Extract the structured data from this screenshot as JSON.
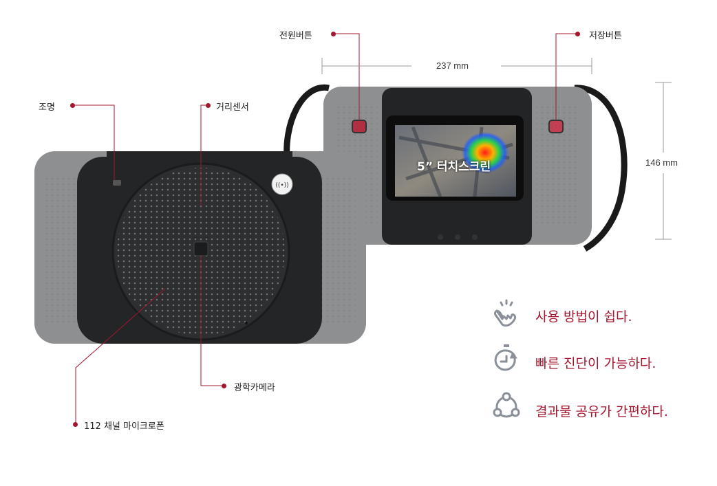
{
  "callouts": {
    "lighting": "조명",
    "distance_sensor": "거리센서",
    "power_button": "전원버튼",
    "save_button": "저장버튼",
    "optical_camera": "광학카메라",
    "microphone": "112 채널 마이크로폰"
  },
  "screen_label": "5” 터치스크린",
  "dimensions": {
    "width": "237 mm",
    "height": "146 mm"
  },
  "features": [
    {
      "icon": "hand-tap-icon",
      "text": "사용 방법이 쉽다."
    },
    {
      "icon": "stopwatch-icon",
      "text": "빠른 진단이 가능하다."
    },
    {
      "icon": "share-icon",
      "text": "결과물 공유가 간편하다."
    }
  ],
  "colors": {
    "accent": "#a3162e",
    "icon_gray": "#8a9099",
    "body_dark": "#222426",
    "grip_gray": "#8e8f91"
  }
}
